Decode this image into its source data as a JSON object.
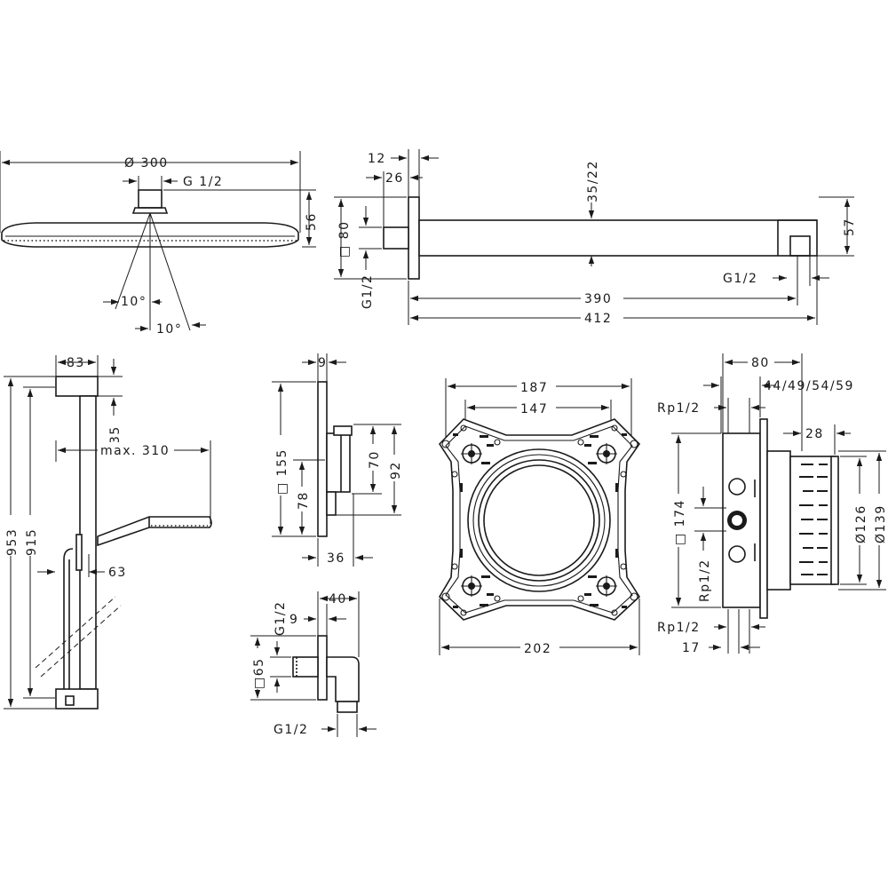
{
  "colors": {
    "line": "#1a1a1a",
    "background": "#ffffff"
  },
  "head": {
    "diameter": "Ø 300",
    "thread": "G 1/2",
    "height": "56",
    "angle_left": "10°",
    "angle_right": "10°"
  },
  "arm": {
    "d12": "12",
    "d26": "26",
    "d35_22": "35/22",
    "sq80": "□ 80",
    "g12_left": "G1/2",
    "d57": "57",
    "g12_right": "G1/2",
    "d390": "390",
    "d412": "412"
  },
  "rail": {
    "d83": "83",
    "d35": "35",
    "max310": "max. 310",
    "d953": "953",
    "d915": "915",
    "d63": "63"
  },
  "trim": {
    "d9": "9",
    "sq155": "□ 155",
    "d78": "78",
    "d70": "70",
    "d92": "92",
    "d36": "36"
  },
  "elbow": {
    "g12_top": "G1/2",
    "d9": "9",
    "d40": "40",
    "sq65": "□65",
    "g12_bottom": "G1/2"
  },
  "frame": {
    "d187": "187",
    "d147": "147",
    "d202": "202"
  },
  "body": {
    "d80": "80",
    "d44_59": "44/49/54/59",
    "rp_top": "Rp1/2",
    "d28": "28",
    "sq174": "□ 174",
    "rp_side": "Rp1/2",
    "d126": "Ø126",
    "d139": "Ø139",
    "rp_bottom": "Rp1/2",
    "d17": "17"
  }
}
